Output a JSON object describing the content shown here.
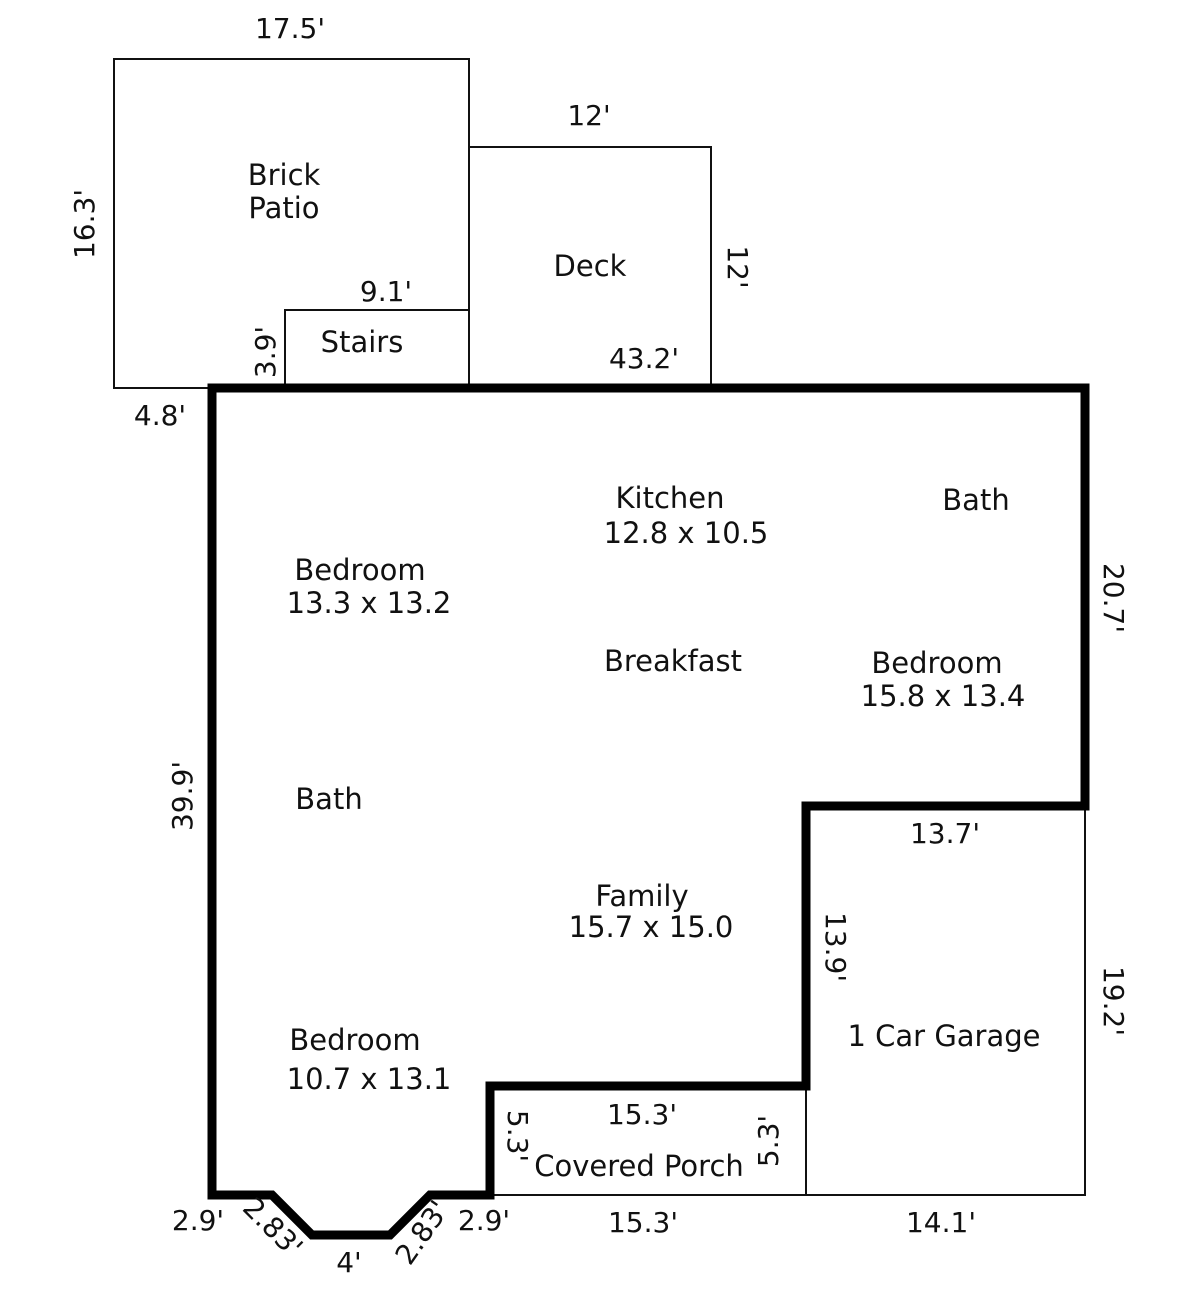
{
  "rooms": {
    "brick_patio_line1": "Brick",
    "brick_patio_line2": "Patio",
    "stairs": "Stairs",
    "deck": "Deck",
    "kitchen_name": "Kitchen",
    "kitchen_size": "12.8 x 10.5",
    "bath_upper_right": "Bath",
    "bedroom_top_left_name": "Bedroom",
    "bedroom_top_left_size": "13.3 x 13.2",
    "breakfast": "Breakfast",
    "bedroom_right_name": "Bedroom",
    "bedroom_right_size": "15.8 x 13.4",
    "bath_left": "Bath",
    "family_name": "Family",
    "family_size": "15.7 x 15.0",
    "garage": "1 Car Garage",
    "bedroom_bottom_left_name": "Bedroom",
    "bedroom_bottom_left_size": "10.7 x 13.1",
    "covered_porch": "Covered Porch"
  },
  "dimensions": {
    "patio_width": "17.5'",
    "patio_height": "16.3'",
    "deck_width": "12'",
    "deck_height": "12'",
    "stairs_width": "9.1'",
    "stairs_height": "3.9'",
    "house_top": "43.2'",
    "patio_offset": "4.8'",
    "house_left": "39.9'",
    "house_right_upper": "20.7'",
    "garage_top": "13.7'",
    "garage_inner_left": "13.9'",
    "garage_right": "19.2'",
    "porch_top": "15.3'",
    "porch_left": "5.3'",
    "porch_right": "5.3'",
    "bottom_porch": "15.3'",
    "bottom_garage": "14.1'",
    "bay_left_flat": "2.9'",
    "bay_left_diag": "2.83'",
    "bay_bottom": "4'",
    "bay_right_diag": "2.83'",
    "bay_right_flat": "2.9'"
  }
}
